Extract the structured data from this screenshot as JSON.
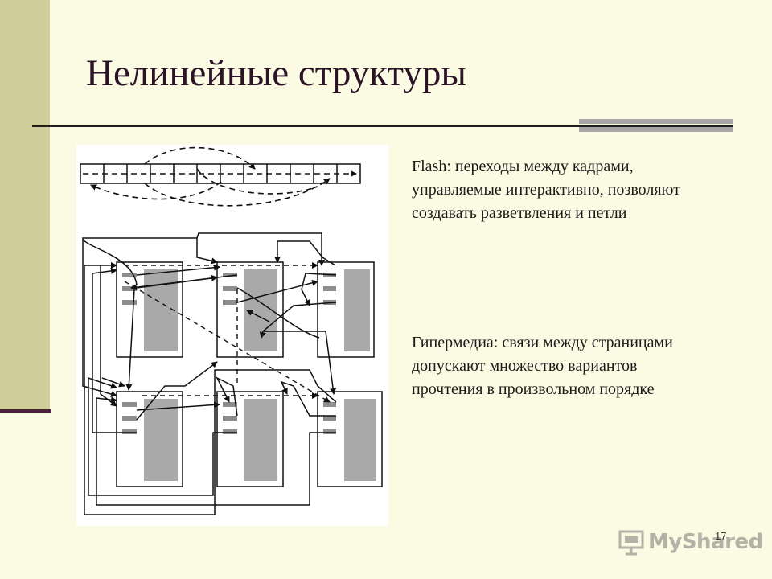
{
  "slide": {
    "title": "Нелинейные структуры",
    "page_number": "17",
    "colors": {
      "background": "#fbfbe3",
      "side_band": "#cfcd99",
      "title": "#2c1428",
      "rule_accent": "#a6a6a6"
    }
  },
  "text_blocks": [
    {
      "lines": [
        "Flash: переходы между кадрами,",
        "управляемые интерактивно, позволяют",
        "создавать разветвления и петли"
      ]
    },
    {
      "lines": [
        "Гипермедиа: связи между страницами",
        "допускают множество вариантов",
        "прочтения в произвольном порядке"
      ]
    }
  ],
  "diagram": {
    "frame_count": 12,
    "page_count": 6
  },
  "watermark": {
    "text": "MyShared",
    "icon": "presentation-board-icon"
  }
}
